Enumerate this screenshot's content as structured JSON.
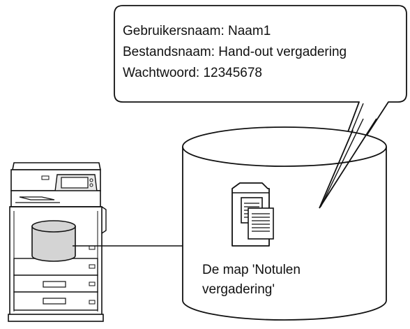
{
  "callout": {
    "line1": "Gebruikersnaam: Naam1",
    "line2": "Bestandsnaam: Hand-out vergadering",
    "line3": "Wachtwoord: 12345678"
  },
  "folder": {
    "caption_line1": "De map 'Notulen",
    "caption_line2": "vergadering'"
  },
  "colors": {
    "line": "#111111",
    "cylinder_fill": "#ffffff",
    "storage_fill": "#d4d4d4",
    "panel_fill": "#e9e9e9"
  },
  "icons": {
    "printer": "multifunction-printer-icon",
    "storage": "storage-cylinder-icon",
    "folder": "folder-with-documents-icon"
  }
}
